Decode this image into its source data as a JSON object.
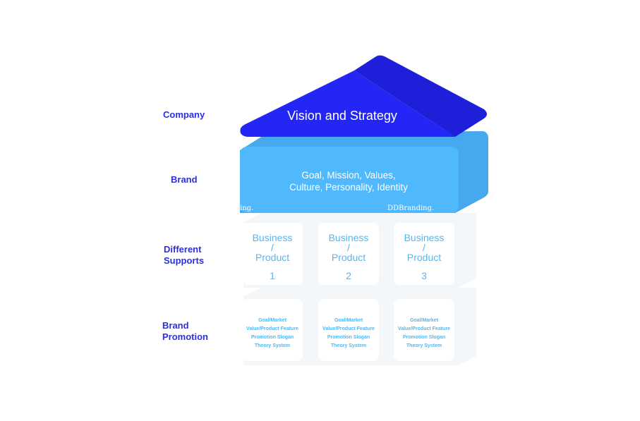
{
  "row_labels": {
    "company": "Company",
    "brand": "Brand",
    "supports_line1": "Different",
    "supports_line2": "Supports",
    "promotion_line1": "Brand",
    "promotion_line2": "Promotion"
  },
  "roof": {
    "text": "Vision and Strategy",
    "color": "#2326f4",
    "shade_color": "#1f1fd9"
  },
  "brand_block": {
    "line1": "Goal, Mission, Values,",
    "line2": "Culture, Personality, Identity",
    "color": "#50b9fd",
    "side_color": "#46a8ef"
  },
  "watermarks": {
    "left": "ing.",
    "right": "DDBranding."
  },
  "supports": [
    {
      "line1": "Business",
      "line2": "/",
      "line3": "Product",
      "number": "1"
    },
    {
      "line1": "Business",
      "line2": "/",
      "line3": "Product",
      "number": "2"
    },
    {
      "line1": "Business",
      "line2": "/",
      "line3": "Product",
      "number": "3"
    }
  ],
  "promotion": [
    {
      "items": [
        "Goal/Market",
        "Value/Product Feature",
        "Promotion Slogan",
        "Theory System"
      ]
    },
    {
      "items": [
        "Goal/Market",
        "Value/Product Feature",
        "Promotion Slogan",
        "Theory System"
      ]
    },
    {
      "items": [
        "Goal/Market",
        "Value/Product Feature",
        "Promotion Slogan",
        "Theory System"
      ]
    }
  ],
  "colors": {
    "label": "#2b2ee8",
    "card_text": "#4fb8f7"
  }
}
